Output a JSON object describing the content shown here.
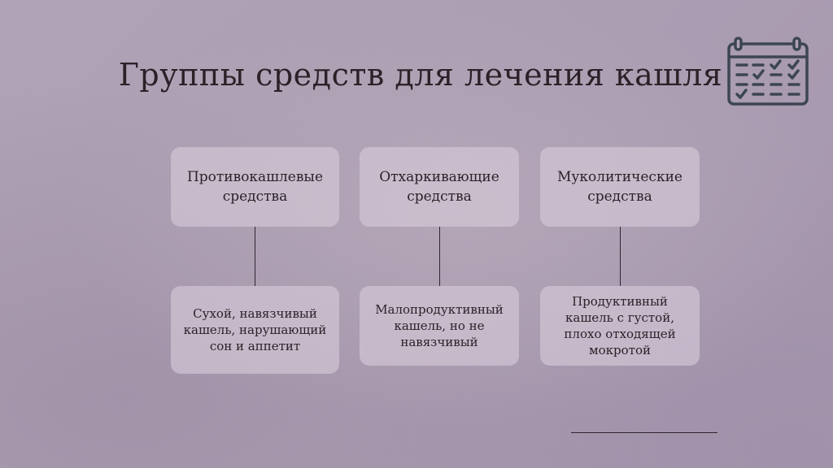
{
  "title": "Группы средств для лечения кашля",
  "icon": "calendar-checklist-icon",
  "groups": [
    {
      "name": "Противокашлевые средства",
      "description": "Сухой, навязчивый кашель, нарушающий сон и аппетит"
    },
    {
      "name": "Отхаркивающие средства",
      "description": "Малопродуктивный кашель, но не навязчивый"
    },
    {
      "name": "Муколитические средства",
      "description": "Продуктивный кашель с густой, плохо отходящей мокротой"
    }
  ],
  "colors": {
    "box": "#d6ccda",
    "text": "#2a2228",
    "line": "#2e2630"
  }
}
